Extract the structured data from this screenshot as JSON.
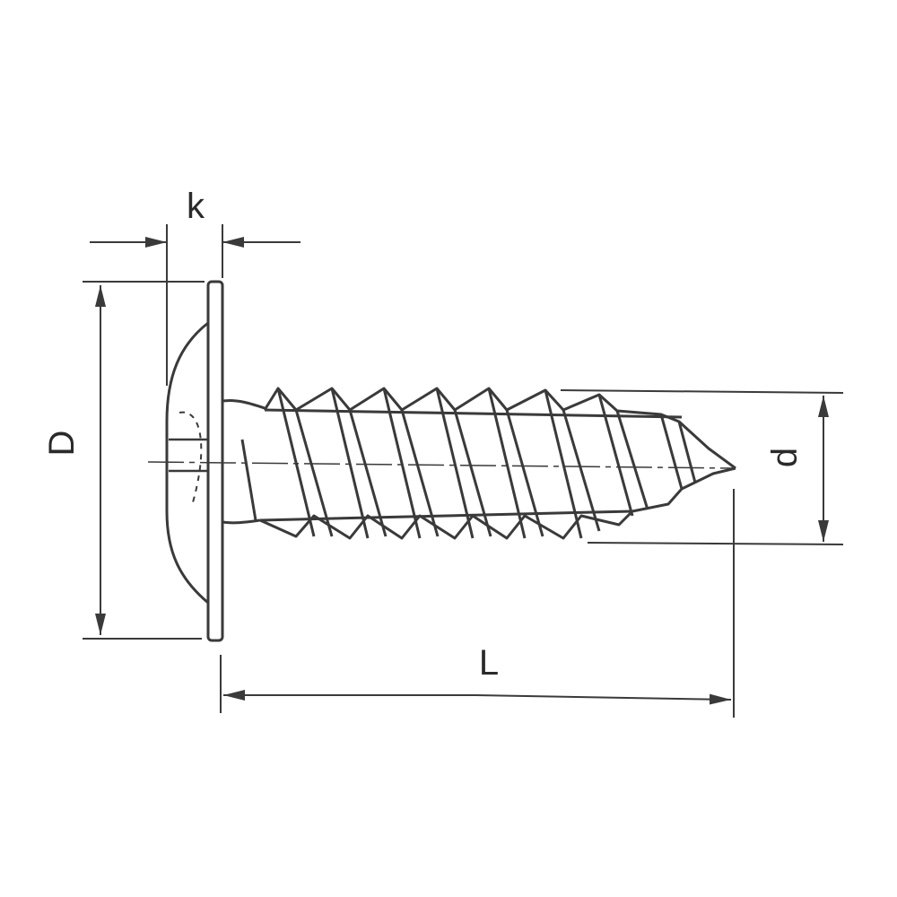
{
  "dimensions": {
    "k": "k",
    "D": "D",
    "d": "d",
    "L": "L"
  },
  "colors": {
    "line": "#3a3a3a",
    "background": "#ffffff"
  }
}
